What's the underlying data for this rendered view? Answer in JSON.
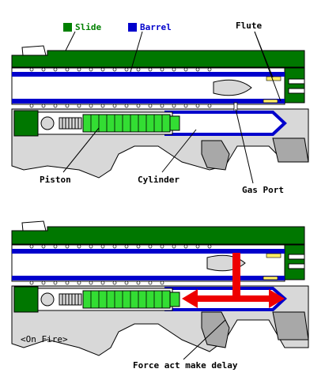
{
  "legend": {
    "slide": {
      "label": "Slide",
      "color": "#008000"
    },
    "barrel": {
      "label": "Barrel",
      "color": "#0000cc"
    }
  },
  "labels": {
    "flute": "Flute",
    "piston": "Piston",
    "cylinder": "Cylinder",
    "gas_port": "Gas Port",
    "on_fire": "<On Fire>",
    "force_note": "Force act make delay"
  },
  "colors": {
    "slide": "#007700",
    "barrel": "#0000cc",
    "piston": "#33dd33",
    "force": "#ee0000",
    "frame": "#d8d8d8",
    "grip": "#a8a8a8",
    "outline": "#000000",
    "highlight": "#ffee66"
  }
}
